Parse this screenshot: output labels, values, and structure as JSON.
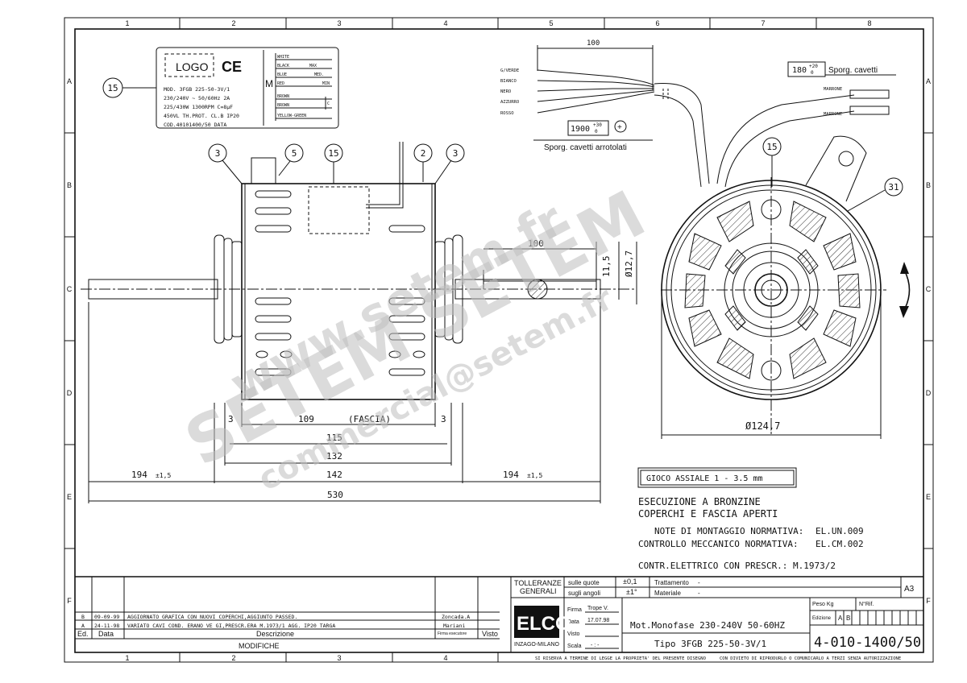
{
  "frame": {
    "cols": [
      "1",
      "2",
      "3",
      "4",
      "5",
      "6",
      "7",
      "8"
    ],
    "rows": [
      "A",
      "B",
      "C",
      "D",
      "E",
      "F"
    ]
  },
  "label": {
    "logo": "LOGO",
    "ce": "CE",
    "lines": [
      "MOD. 3FGB 225-50-3V/1",
      "230/240V ~ 50/60Hz  2A",
      "225/430W 1300RPM  C=8µF",
      "450VL TH.PROT. CL.B IP20",
      "COD.40101400/50      DATA"
    ],
    "motor_letter": "M",
    "wires": [
      "WHITE",
      "BLACK",
      "BLUE",
      "RED",
      "BROWN",
      "BROWN",
      "YELLOW-GREEN"
    ],
    "wire_marks": [
      "MAX",
      "MED.",
      "MIN"
    ],
    "cap_mark": "C"
  },
  "balloons": {
    "b15a": "15",
    "b3a": "3",
    "b5": "5",
    "b15b": "15",
    "b2": "2",
    "b3b": "3",
    "b15c": "15",
    "b31": "31"
  },
  "cables": {
    "length": "100",
    "colors": [
      "G/VERDE",
      "BIANCO",
      "NERO",
      "AZZURRO",
      "ROSSO"
    ],
    "coil_dim": "1900",
    "coil_tol_up": "+30",
    "coil_tol_dn": "0",
    "coil_caption": "Sporg. cavetti arrotolati",
    "right_dim": "180",
    "right_tol_up": "+20",
    "right_tol_dn": "0",
    "right_caption": "Sporg. cavetti",
    "marrone": [
      "MARRONE",
      "MARRONE"
    ]
  },
  "dims": {
    "d3l": "3",
    "d109": "109",
    "fascia": "(FASCIA)",
    "d3r": "3",
    "d115": "115",
    "d132": "132",
    "d142": "142",
    "d194l": "194",
    "d194r": "194",
    "tol": "±1,5",
    "d530": "530",
    "shaft100": "100",
    "d11_5": "11,5",
    "d12_7": "Ø12,7",
    "d124_7": "Ø124,7"
  },
  "notes": {
    "gioco": "GIOCO ASSIALE   1 - 3.5 mm",
    "n1": "ESECUZIONE A BRONZINE",
    "n2": "COPERCHI E FASCIA APERTI",
    "n3": "NOTE DI MONTAGGIO NORMATIVA:",
    "n3v": "EL.UN.009",
    "n4": "CONTROLLO MECCANICO NORMATIVA:",
    "n4v": "EL.CM.002",
    "n5": "CONTR.ELETTRICO CON PRESCR.: M.1973/2"
  },
  "revisions": {
    "rows": [
      {
        "ed": "B",
        "date": "09-09-99",
        "desc": "AGGIORNATO GRAFICA CON NUOVI COPERCHI,AGGIUNTO PASSED.",
        "firma": "Zoncada.A"
      },
      {
        "ed": "A",
        "date": "24-11-98",
        "desc": "VARIATO CAVI COND. ERANO VE GI,PRESCR.ERA M.1973/1 AGG. IP20 TARGA",
        "firma": "Mariani"
      }
    ],
    "h_ed": "Ed.",
    "h_data": "Data",
    "h_desc": "Descrizione",
    "h_firma": "Firma esecutore",
    "h_visto": "Visto",
    "footer": "MODIFICHE"
  },
  "title_block": {
    "toll": "TOLLERANZE",
    "gen": "GENERALI",
    "quote_lbl": "sulle quote",
    "quote_val": "±0,1",
    "ang_lbl": "sugli angoli",
    "ang_val": "±1°",
    "tratt": "Trattamento",
    "tratt_v": "-",
    "mat": "Materiale",
    "mat_v": "-",
    "size": "A3",
    "firma_lbl": "Firma",
    "firma_v": "Trope V.",
    "data_lbl": "Data",
    "data_v": "17.07.98",
    "visto_lbl": "Visto",
    "scala_lbl": "Scala",
    "scala_v": "- : -",
    "company": "ELCO",
    "company_sub": "INZAGO-MILANO",
    "desc1": "Mot.Monofase 230-240V 50-60HZ",
    "desc2": "Tipo 3FGB 225-50-3V/1",
    "peso": "Peso Kg",
    "nrif": "N°Rif.",
    "edizione": "Edizione",
    "ed_a": "A",
    "ed_b": "B",
    "code": "4-010-1400/50"
  },
  "legal": {
    "left": "SI RISERVA A TERMINE DI LEGGE LA PROPRIETA' DEL PRESENTE DISEGNO",
    "right": "CON DIVIETO DI RIPRODURLO O COMUNICARLO A TERZI SENZA AUTORIZZAZIONE"
  },
  "watermark": {
    "w1": "www.setem.fr",
    "w2": "SETEM SETEM",
    "w3": "commercial@setem.fr"
  }
}
